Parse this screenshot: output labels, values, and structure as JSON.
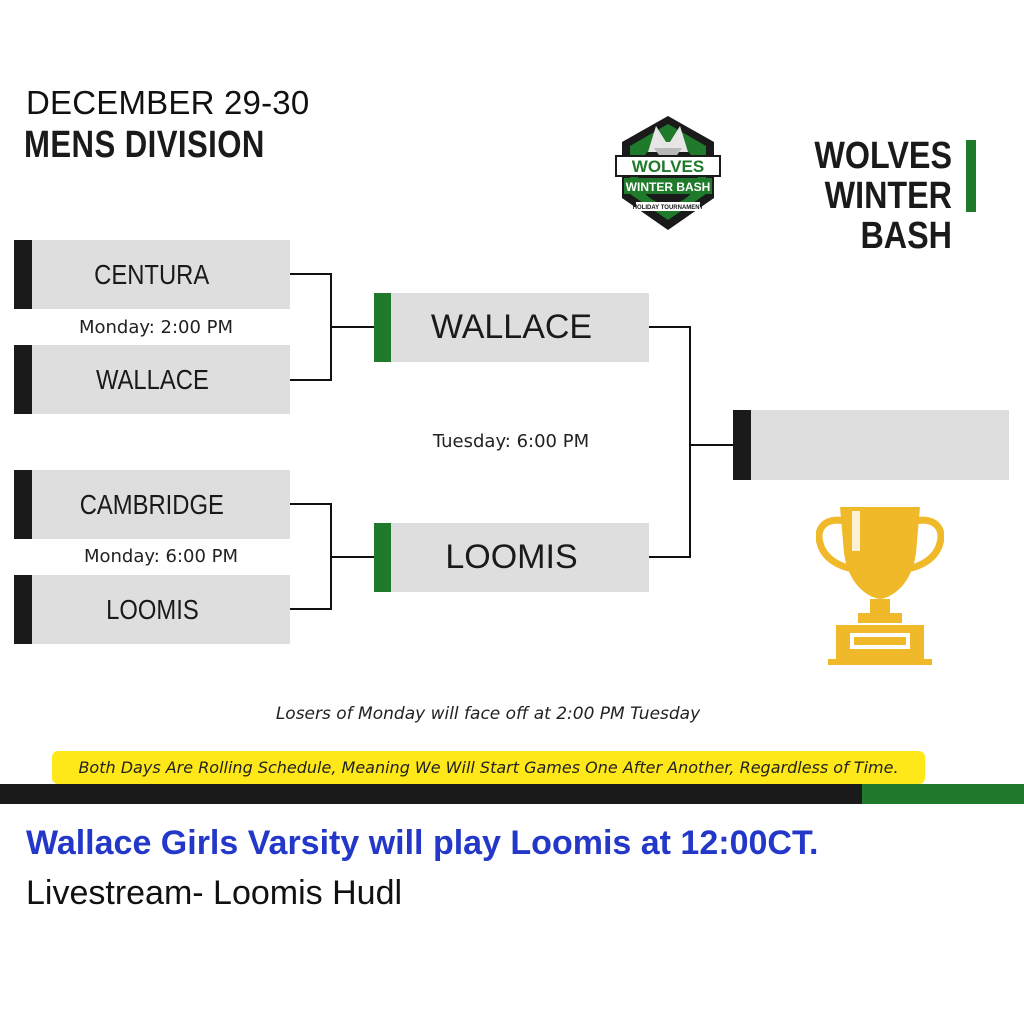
{
  "header": {
    "date": "DECEMBER 29-30",
    "division": "MENS DIVISION"
  },
  "brand": {
    "line1": "WOLVES",
    "line2": "WINTER BASH",
    "logo_text_top": "WOLVES",
    "logo_text_mid": "WINTER BASH",
    "logo_text_bottom": "HOLIDAY TOURNAMENT",
    "accent_color": "#1f7a2b"
  },
  "bracket": {
    "round1": [
      {
        "team": "CENTURA"
      },
      {
        "team": "WALLACE"
      },
      {
        "team": "CAMBRIDGE"
      },
      {
        "team": "LOOMIS"
      }
    ],
    "round1_times": [
      "Monday: 2:00 PM",
      "Monday: 6:00 PM"
    ],
    "round2": [
      {
        "team": "WALLACE"
      },
      {
        "team": "LOOMIS"
      }
    ],
    "round2_time": "Tuesday: 6:00 PM",
    "champion": ""
  },
  "trophy_icon": "trophy-icon",
  "trophy_color": "#f0b92a",
  "notes": {
    "losers": "Losers of Monday will face off at 2:00 PM Tuesday",
    "rolling": "Both Days Are Rolling Schedule, Meaning We Will Start Games One After Another, Regardless of Time."
  },
  "announcement": {
    "headline": "Wallace Girls Varsity will play Loomis at 12:00CT.",
    "livestream": "Livestream- Loomis Hudl"
  }
}
